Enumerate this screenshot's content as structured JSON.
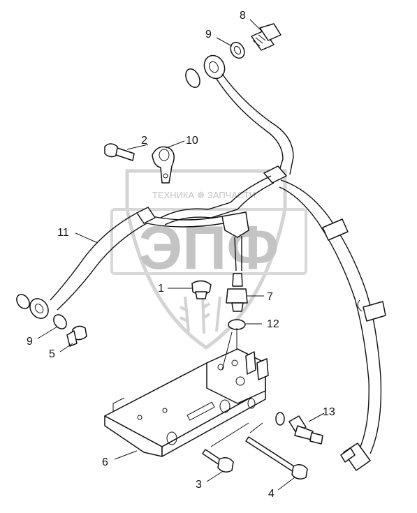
{
  "watermark": {
    "text_small": "ТЕХНИКА ☸ ЗАПЧАСТИ",
    "text_big": "ЭПФ",
    "color": "#c8c8c8"
  },
  "callouts": {
    "n1": "1",
    "n2": "2",
    "n3": "3",
    "n4": "4",
    "n5": "5",
    "n6": "6",
    "n7": "7",
    "n8": "8",
    "n9_top": "9",
    "n9_bottom": "9",
    "n10": "10",
    "n11": "11",
    "n12": "12",
    "n13": "13"
  }
}
